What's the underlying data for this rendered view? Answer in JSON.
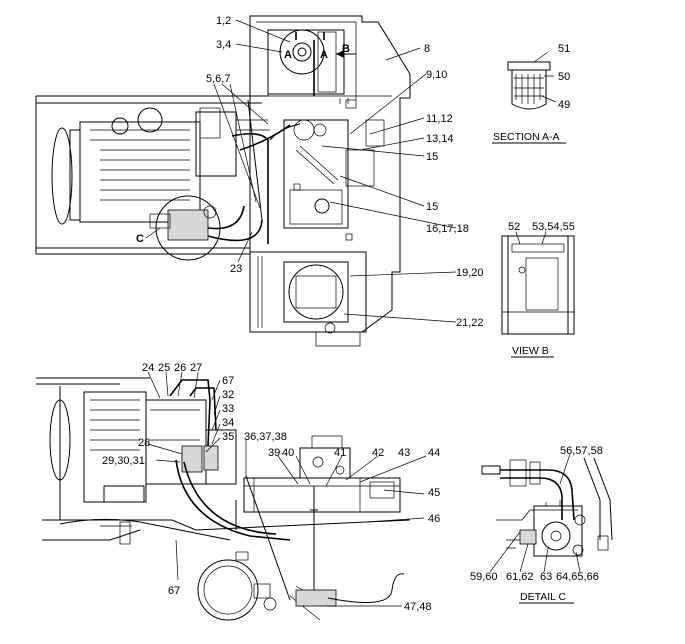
{
  "callouts_top": {
    "c1_2": "1,2",
    "c3_4": "3,4",
    "c8": "8",
    "c5_6_7": "5,6,7",
    "c9_10": "9,10",
    "c11_12": "11,12",
    "c13_14": "13,14",
    "c15a": "15",
    "c15b": "15",
    "c16_17_18": "16,17,18",
    "c19_20": "19,20",
    "c21_22": "21,22",
    "c23": "23",
    "cC": "C",
    "cA1": "A",
    "cA2": "A",
    "cB": "B"
  },
  "section_aa": {
    "c51": "51",
    "c50": "50",
    "c49": "49",
    "caption": "SECTION  A-A"
  },
  "view_b": {
    "c52": "52",
    "c53_54_55": "53,54,55",
    "caption": "VIEW  B"
  },
  "callouts_bottom": {
    "c24": "24",
    "c25": "25",
    "c26": "26",
    "c27": "27",
    "c67a": "67",
    "c32": "32",
    "c33": "33",
    "c34": "34",
    "c35": "35",
    "c28": "28",
    "c29_30_31": "29,30,31",
    "c36_37_38": "36,37,38",
    "c39": "39",
    "c40": "40",
    "c41": "41",
    "c42": "42",
    "c43": "43",
    "c44": "44",
    "c45": "45",
    "c46": "46",
    "c67b": "67",
    "c47_48": "47,48"
  },
  "detail_c": {
    "c56_57_58": "56,57,58",
    "c59_60": "59,60",
    "c61_62": "61,62",
    "c63": "63",
    "c64_65_66": "64,65,66",
    "caption": "DETAIL  C"
  }
}
